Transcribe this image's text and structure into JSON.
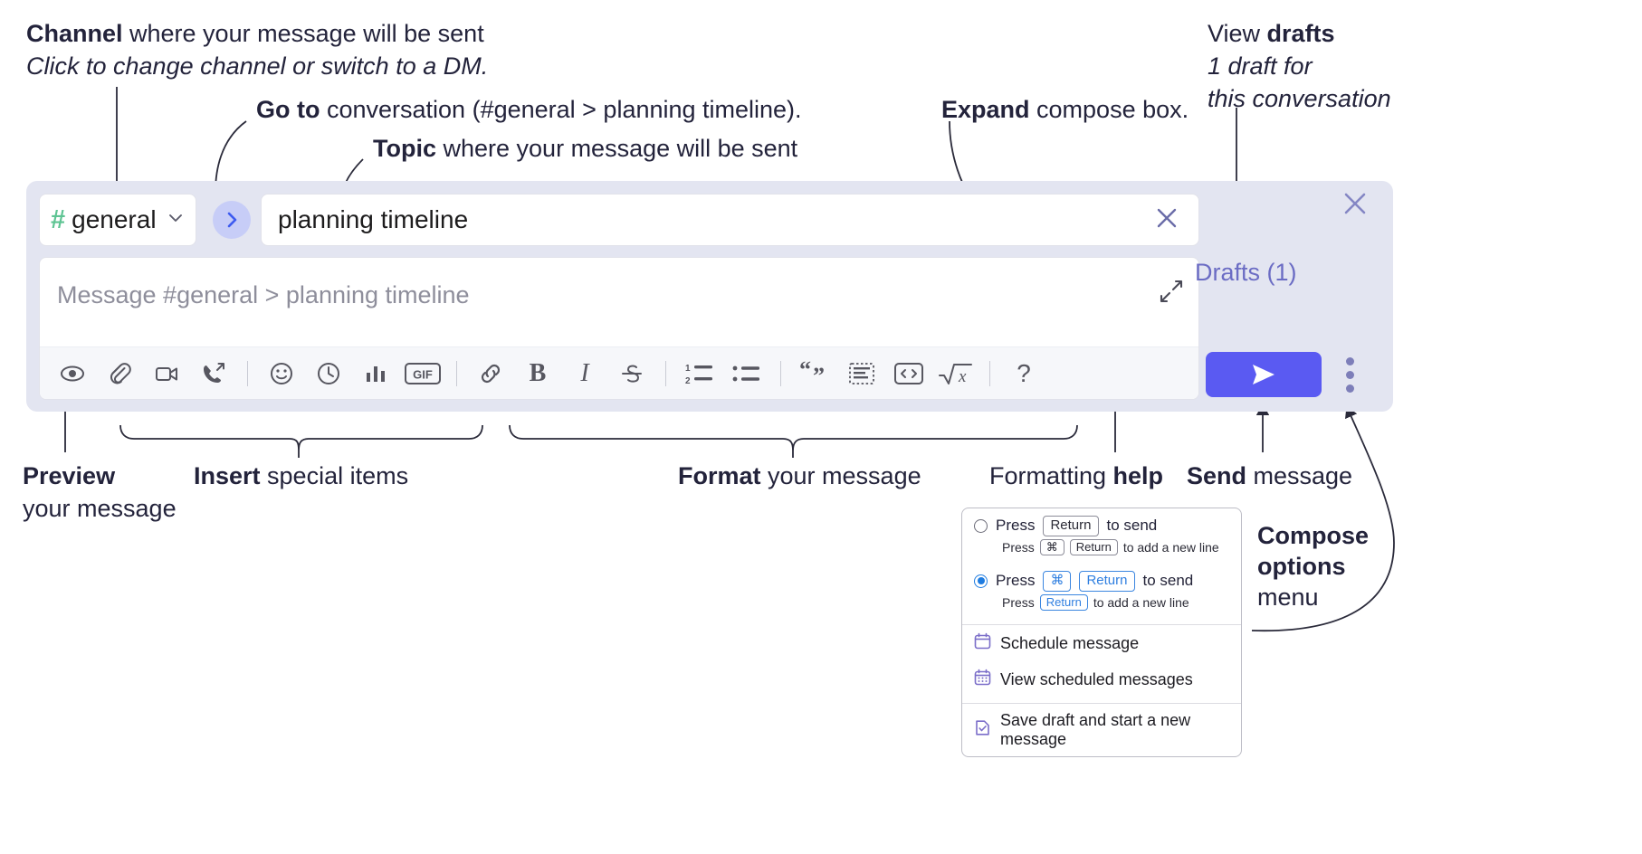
{
  "annotations": {
    "channel": {
      "strong": "Channel",
      "rest": " where your message will be sent",
      "sub": "Click to change channel or switch to a DM."
    },
    "goto": {
      "strong": "Go to",
      "rest": " conversation (#general > planning timeline)."
    },
    "topic": {
      "strong": "Topic",
      "rest": " where your message will be sent"
    },
    "expand": {
      "strong": "Expand",
      "rest": " compose box."
    },
    "drafts": {
      "line1_rest": "View ",
      "line1_strong": "drafts",
      "line2": "1 draft for",
      "line3": "this conversation"
    },
    "preview": {
      "strong": "Preview",
      "line2": "your message"
    },
    "insert": {
      "strong": "Insert",
      "rest": " special items"
    },
    "format": {
      "strong": "Format",
      "rest": " your message"
    },
    "help": {
      "rest": "Formatting ",
      "strong": "help"
    },
    "send": {
      "strong": "Send",
      "rest": " message"
    },
    "compose_options": {
      "line1": "Compose",
      "line2": "options",
      "line3": "menu"
    }
  },
  "compose": {
    "channel_name": "general",
    "hash_symbol": "#",
    "hash_color": "#5ec493",
    "topic_value": "planning timeline",
    "message_placeholder": "Message #general > planning timeline",
    "drafts_label": "Drafts (1)",
    "accent_color": "#5a5af2",
    "panel_bg": "#e3e5f1",
    "toolbar": [
      {
        "name": "preview-icon",
        "title": "Preview"
      },
      {
        "name": "attachment-icon",
        "title": "Attach file"
      },
      {
        "name": "video-icon",
        "title": "Video clip"
      },
      {
        "name": "audio-call-icon",
        "title": "Audio clip"
      },
      {
        "name": "separator",
        "title": ""
      },
      {
        "name": "emoji-icon",
        "title": "Emoji"
      },
      {
        "name": "clock-icon",
        "title": "Reminder"
      },
      {
        "name": "poll-icon",
        "title": "Poll"
      },
      {
        "name": "gif-icon",
        "title": "GIF"
      },
      {
        "name": "separator",
        "title": ""
      },
      {
        "name": "link-icon",
        "title": "Link"
      },
      {
        "name": "bold-icon",
        "title": "Bold"
      },
      {
        "name": "italic-icon",
        "title": "Italic"
      },
      {
        "name": "strikethrough-icon",
        "title": "Strikethrough"
      },
      {
        "name": "separator",
        "title": ""
      },
      {
        "name": "ordered-list-icon",
        "title": "Ordered list"
      },
      {
        "name": "bulleted-list-icon",
        "title": "Bulleted list"
      },
      {
        "name": "separator",
        "title": ""
      },
      {
        "name": "blockquote-icon",
        "title": "Blockquote"
      },
      {
        "name": "code-block-icon",
        "title": "Code block"
      },
      {
        "name": "code-icon",
        "title": "Code"
      },
      {
        "name": "math-icon",
        "title": "Math"
      },
      {
        "name": "separator",
        "title": ""
      },
      {
        "name": "help-icon",
        "title": "Formatting help"
      }
    ],
    "gif_label": "GIF",
    "bold_label": "B",
    "italic_label": "I",
    "help_label": "?"
  },
  "options_menu": {
    "option1": {
      "pre": "Press",
      "key": "Return",
      "post": "to send",
      "sub_pre": "Press",
      "sub_key1": "⌘",
      "sub_key2": "Return",
      "sub_post": "to add a new line",
      "selected": false
    },
    "option2": {
      "pre": "Press",
      "key1": "⌘",
      "key2": "Return",
      "post": "to send",
      "sub_pre": "Press",
      "sub_key": "Return",
      "sub_post": "to add a new line",
      "selected": true
    },
    "items": [
      {
        "label": "Schedule message",
        "icon": "calendar-icon"
      },
      {
        "label": "View scheduled messages",
        "icon": "calendar-grid-icon"
      },
      {
        "label": "Save draft and start a new message",
        "icon": "save-draft-icon"
      }
    ]
  }
}
